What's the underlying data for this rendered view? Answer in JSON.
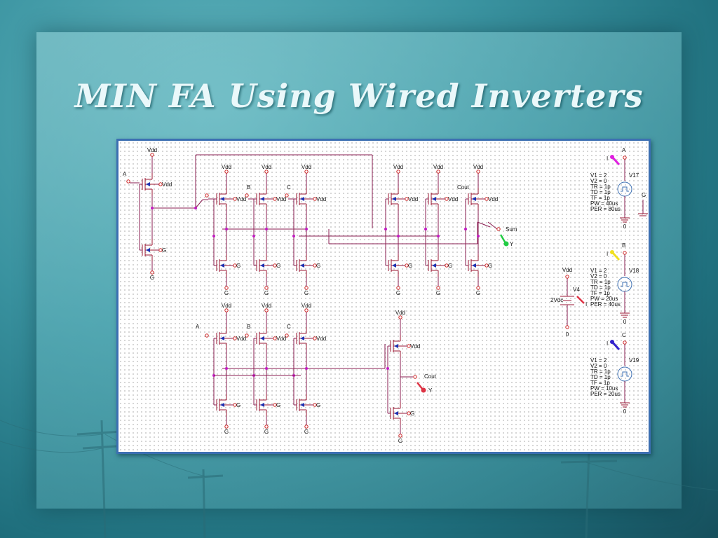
{
  "slide": {
    "title": "MIN FA Using Wired Inverters"
  },
  "labels": {
    "vdd": "Vdd",
    "g": "G",
    "a": "A",
    "b": "B",
    "c": "C",
    "cout": "Cout",
    "sum": "Sum",
    "zero": "0",
    "y": "Y",
    "i": "I",
    "v4": "V4",
    "v4_value": "2Vdc"
  },
  "sources": [
    {
      "name": "V17",
      "node": "A",
      "params": [
        "V1 = 2",
        "V2 = 0",
        "TR = 1p",
        "TD = 1p",
        "TF = 1p",
        "PW = 40us",
        "PER = 80us"
      ]
    },
    {
      "name": "V18",
      "node": "B",
      "params": [
        "V1 = 2",
        "V2 = 0",
        "TR = 1p",
        "TD = 1p",
        "TF = 1p",
        "PW = 20us",
        "PER = 40us"
      ]
    },
    {
      "name": "V19",
      "node": "C",
      "params": [
        "V1 = 2",
        "V2 = 0",
        "TR = 1p",
        "TD = 1p",
        "TF = 1p",
        "PW = 10us",
        "PER = 20us"
      ]
    }
  ],
  "colors": {
    "wire": "#8a1c50",
    "transistor": "#9a1530",
    "arrow": "#1c2fb0",
    "probe_green": "#22cc44",
    "probe_red": "#dd3344",
    "probe_magenta": "#e020e0",
    "probe_yellow": "#f0e020",
    "probe_blue": "#3322cc",
    "panel_border": "#3c6fb2"
  }
}
